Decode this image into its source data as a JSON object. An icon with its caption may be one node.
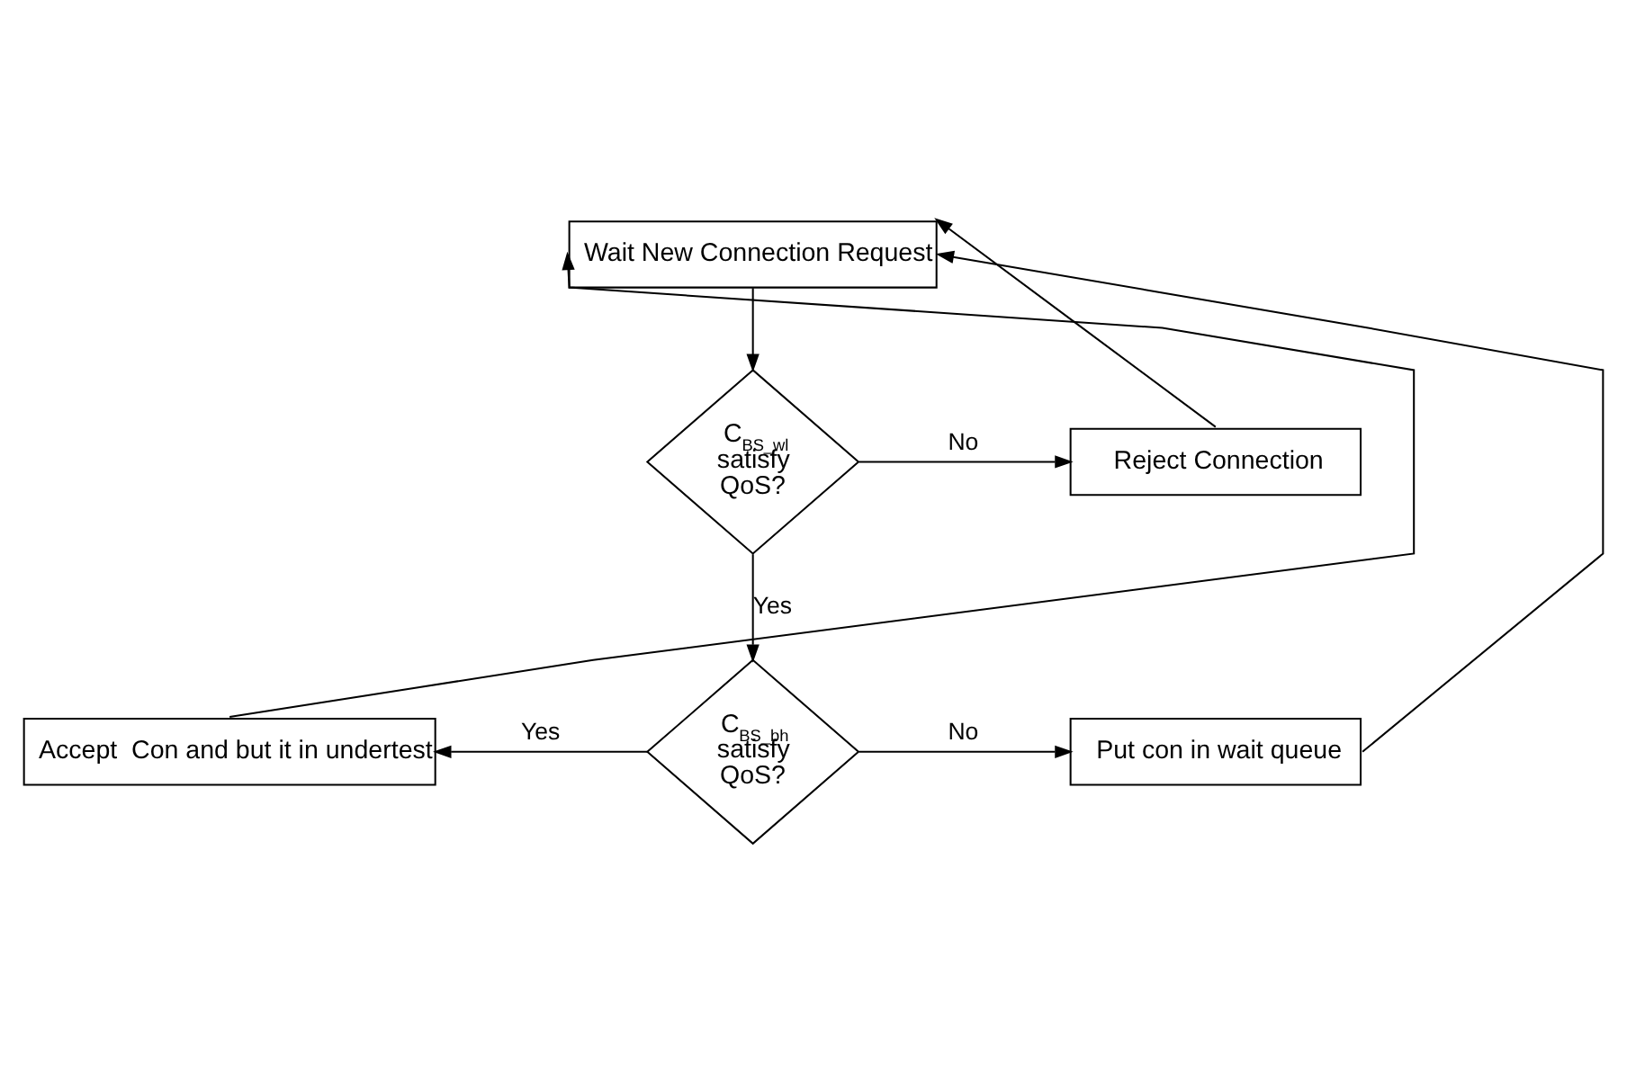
{
  "diagram": {
    "nodes": [
      {
        "text": [
          "Wait New Connection Request"
        ]
      },
      {
        "text": [
          "C$_{BS_wl}$ satisfy QoS?"
        ]
      },
      {
        "text": [
          "Reject Connection"
        ]
      },
      {
        "text": [
          "C$_{BS_bh}$ satisfy QoS?"
        ]
      },
      {
        "text": [
          "Accept  Con and but it in undertest"
        ]
      },
      {
        "text": [
          "Put con in wait queue"
        ]
      }
    ],
    "edges": [
      {
        "from": 0,
        "to": 1,
        "arrow": "to"
      },
      {
        "from": 1,
        "to": 2,
        "arrow": "to",
        "label": "No"
      },
      {
        "from": 1,
        "to": 3,
        "arrow": "to",
        "label": "Yes"
      },
      {
        "from": 3,
        "to": 4,
        "arrow": "to",
        "label": "Yes"
      },
      {
        "from": 3,
        "to": 5,
        "arrow": "to",
        "label": "No"
      },
      {
        "from": 4,
        "to": 0,
        "arrow": "to"
      },
      {
        "from": 2,
        "to": 0,
        "arrow": "to"
      },
      {
        "from": 5,
        "to": 0,
        "arrow": "to"
      }
    ]
  }
}
